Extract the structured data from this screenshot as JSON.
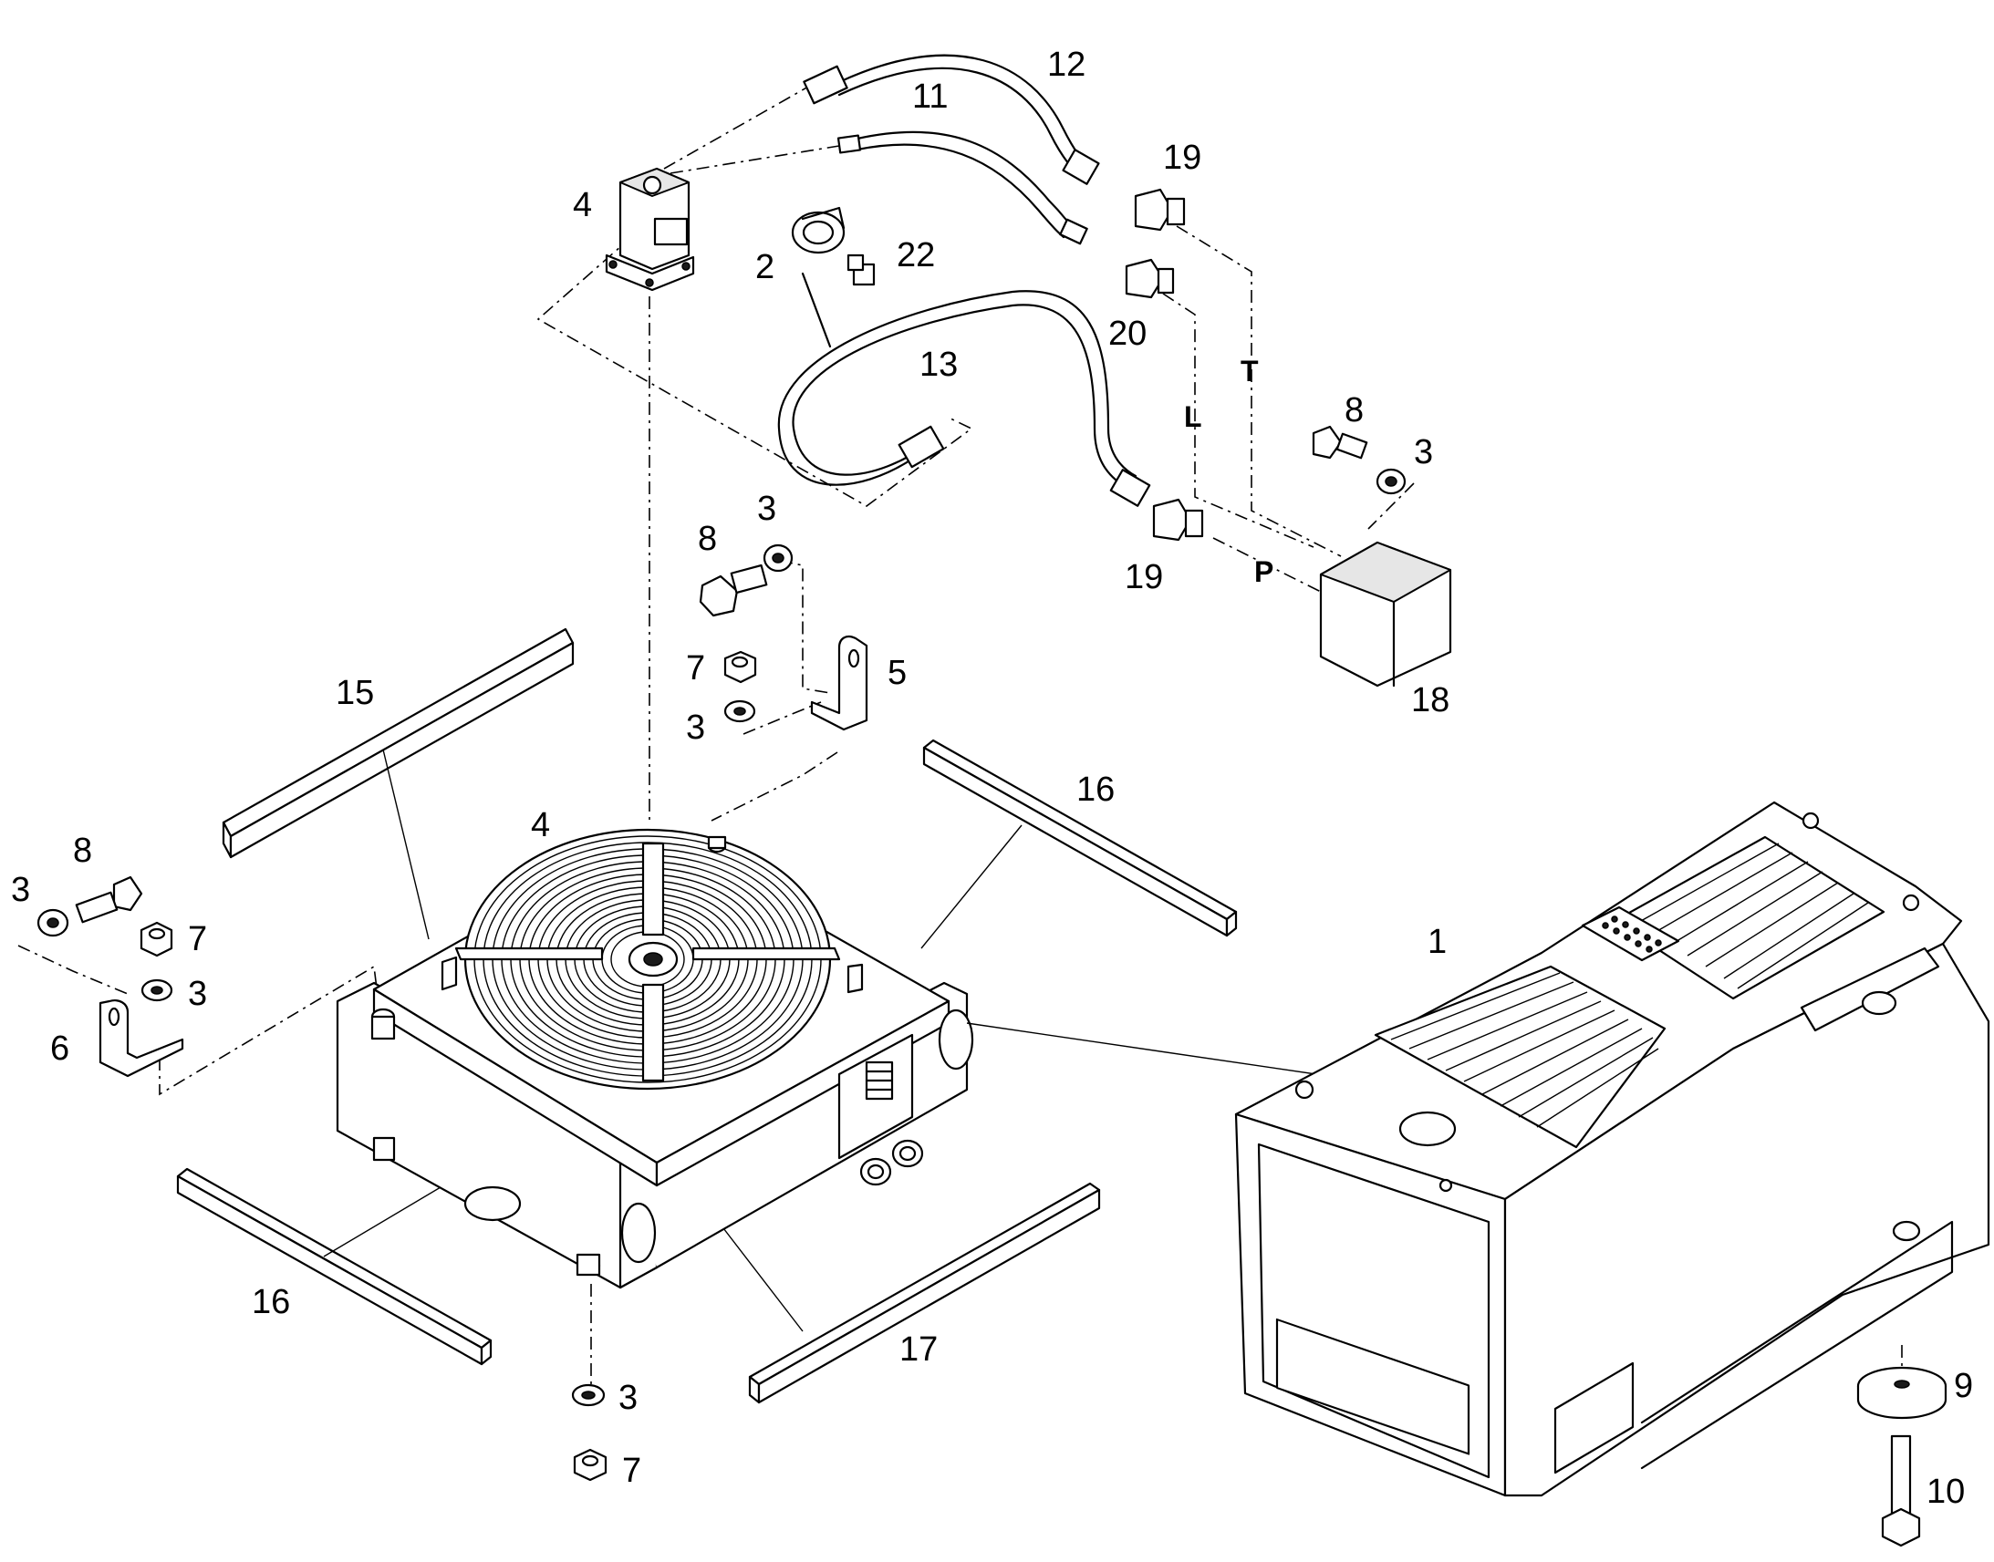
{
  "callouts": {
    "c1": "1",
    "c2": "2",
    "c3a": "3",
    "c3b": "3",
    "c3c": "3",
    "c3d": "3",
    "c3e": "3",
    "c3f": "3",
    "c4a": "4",
    "c4b": "4",
    "c5": "5",
    "c6": "6",
    "c7a": "7",
    "c7b": "7",
    "c7c": "7",
    "c8a": "8",
    "c8b": "8",
    "c8c": "8",
    "c9": "9",
    "c10": "10",
    "c11": "11",
    "c12": "12",
    "c13": "13",
    "c15": "15",
    "c16a": "16",
    "c16b": "16",
    "c17": "17",
    "c18": "18",
    "c19a": "19",
    "c19b": "19",
    "c20": "20",
    "c22": "22"
  },
  "ports": {
    "t": "T",
    "l": "L",
    "p": "P"
  }
}
